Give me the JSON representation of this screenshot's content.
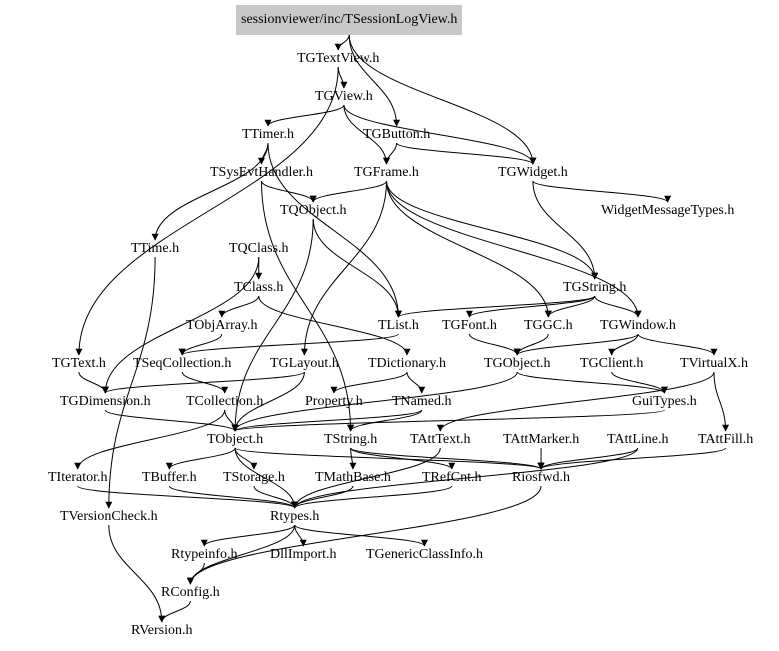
{
  "title": "sessionviewer/inc/TSessionLogView.h",
  "nodes": {
    "root": "sessionviewer/inc/TSessionLogView.h",
    "TGTextView": "TGTextView.h",
    "TGView": "TGView.h",
    "TTimer": "TTimer.h",
    "TGButton": "TGButton.h",
    "TSysEvtHandler": "TSysEvtHandler.h",
    "TGFrame": "TGFrame.h",
    "TGWidget": "TGWidget.h",
    "TQObject": "TQObject.h",
    "WidgetMessageTypes": "WidgetMessageTypes.h",
    "TTime": "TTime.h",
    "TQClass": "TQClass.h",
    "TClass": "TClass.h",
    "TGString": "TGString.h",
    "TObjArray": "TObjArray.h",
    "TList": "TList.h",
    "TGFont": "TGFont.h",
    "TGGC": "TGGC.h",
    "TGWindow": "TGWindow.h",
    "TGText": "TGText.h",
    "TSeqCollection": "TSeqCollection.h",
    "TGLayout": "TGLayout.h",
    "TDictionary": "TDictionary.h",
    "TGObject": "TGObject.h",
    "TGClient": "TGClient.h",
    "TVirtualX": "TVirtualX.h",
    "TGDimension": "TGDimension.h",
    "TCollection": "TCollection.h",
    "Property": "Property.h",
    "TNamed": "TNamed.h",
    "GuiTypes": "GuiTypes.h",
    "TObject": "TObject.h",
    "TString": "TString.h",
    "TAttText": "TAttText.h",
    "TAttMarker": "TAttMarker.h",
    "TAttLine": "TAttLine.h",
    "TAttFill": "TAttFill.h",
    "TIterator": "TIterator.h",
    "TBuffer": "TBuffer.h",
    "TStorage": "TStorage.h",
    "TMathBase": "TMathBase.h",
    "TRefCnt": "TRefCnt.h",
    "Riosfwd": "Riosfwd.h",
    "TVersionCheck": "TVersionCheck.h",
    "Rtypes": "Rtypes.h",
    "Rtypeinfo": "Rtypeinfo.h",
    "DllImport": "DllImport.h",
    "TGenericClassInfo": "TGenericClassInfo.h",
    "RConfig": "RConfig.h",
    "RVersion": "RVersion.h"
  },
  "edges": [
    [
      "root",
      "TGTextView"
    ],
    [
      "root",
      "TGButton"
    ],
    [
      "root",
      "TGWidget"
    ],
    [
      "TGTextView",
      "TGView"
    ],
    [
      "TGTextView",
      "TGText"
    ],
    [
      "TGView",
      "TTimer"
    ],
    [
      "TGView",
      "TGFrame"
    ],
    [
      "TGView",
      "TGWidget"
    ],
    [
      "TTimer",
      "TSysEvtHandler"
    ],
    [
      "TTimer",
      "TTime"
    ],
    [
      "TTimer",
      "TList"
    ],
    [
      "TGButton",
      "TGFrame"
    ],
    [
      "TGButton",
      "TGWidget"
    ],
    [
      "TSysEvtHandler",
      "TQObject"
    ],
    [
      "TSysEvtHandler",
      "TString"
    ],
    [
      "TGFrame",
      "TQObject"
    ],
    [
      "TGFrame",
      "TGString"
    ],
    [
      "TGFrame",
      "TGLayout"
    ],
    [
      "TGFrame",
      "TGGC"
    ],
    [
      "TGFrame",
      "TGWindow"
    ],
    [
      "TGWidget",
      "WidgetMessageTypes"
    ],
    [
      "TGWidget",
      "TGString"
    ],
    [
      "TQObject",
      "TList"
    ],
    [
      "TQObject",
      "TObject"
    ],
    [
      "TTime",
      "TVersionCheck"
    ],
    [
      "TQClass",
      "TClass"
    ],
    [
      "TQClass",
      "TGDimension"
    ],
    [
      "TClass",
      "TObjArray"
    ],
    [
      "TClass",
      "TDictionary"
    ],
    [
      "TGString",
      "TList"
    ],
    [
      "TGString",
      "TGFont"
    ],
    [
      "TGString",
      "TGGC"
    ],
    [
      "TGString",
      "TGWindow"
    ],
    [
      "TObjArray",
      "TSeqCollection"
    ],
    [
      "TList",
      "TSeqCollection"
    ],
    [
      "TGFont",
      "TGObject"
    ],
    [
      "TGGC",
      "TGObject"
    ],
    [
      "TGWindow",
      "TGObject"
    ],
    [
      "TGWindow",
      "TGClient"
    ],
    [
      "TGWindow",
      "TVirtualX"
    ],
    [
      "TGText",
      "TGDimension"
    ],
    [
      "TSeqCollection",
      "TCollection"
    ],
    [
      "TGLayout",
      "TGDimension"
    ],
    [
      "TGLayout",
      "TObject"
    ],
    [
      "TDictionary",
      "TNamed"
    ],
    [
      "TDictionary",
      "Property"
    ],
    [
      "TGObject",
      "TObject"
    ],
    [
      "TGObject",
      "GuiTypes"
    ],
    [
      "TGClient",
      "GuiTypes"
    ],
    [
      "TVirtualX",
      "TAttText"
    ],
    [
      "TVirtualX",
      "TAttFill"
    ],
    [
      "TGDimension",
      "TObject"
    ],
    [
      "TCollection",
      "TObject"
    ],
    [
      "TCollection",
      "TIterator"
    ],
    [
      "TNamed",
      "TString"
    ],
    [
      "TNamed",
      "TObject"
    ],
    [
      "GuiTypes",
      "TObject"
    ],
    [
      "TObject",
      "TBuffer"
    ],
    [
      "TObject",
      "TStorage"
    ],
    [
      "TObject",
      "Rtypes"
    ],
    [
      "TObject",
      "Riosfwd"
    ],
    [
      "TString",
      "TRefCnt"
    ],
    [
      "TString",
      "TMathBase"
    ],
    [
      "TString",
      "Riosfwd"
    ],
    [
      "TAttText",
      "Rtypes"
    ],
    [
      "TAttMarker",
      "Riosfwd"
    ],
    [
      "TAttLine",
      "Riosfwd"
    ],
    [
      "TAttLine",
      "Rtypes"
    ],
    [
      "TAttFill",
      "Riosfwd"
    ],
    [
      "TIterator",
      "Rtypes"
    ],
    [
      "TBuffer",
      "Rtypes"
    ],
    [
      "TStorage",
      "Rtypes"
    ],
    [
      "TMathBase",
      "Rtypes"
    ],
    [
      "TRefCnt",
      "Rtypes"
    ],
    [
      "Riosfwd",
      "RConfig"
    ],
    [
      "TVersionCheck",
      "RVersion"
    ],
    [
      "Rtypes",
      "Rtypeinfo"
    ],
    [
      "Rtypes",
      "DllImport"
    ],
    [
      "Rtypes",
      "TGenericClassInfo"
    ],
    [
      "Rtypes",
      "RConfig"
    ],
    [
      "Rtypeinfo",
      "RConfig"
    ],
    [
      "RConfig",
      "RVersion"
    ]
  ]
}
